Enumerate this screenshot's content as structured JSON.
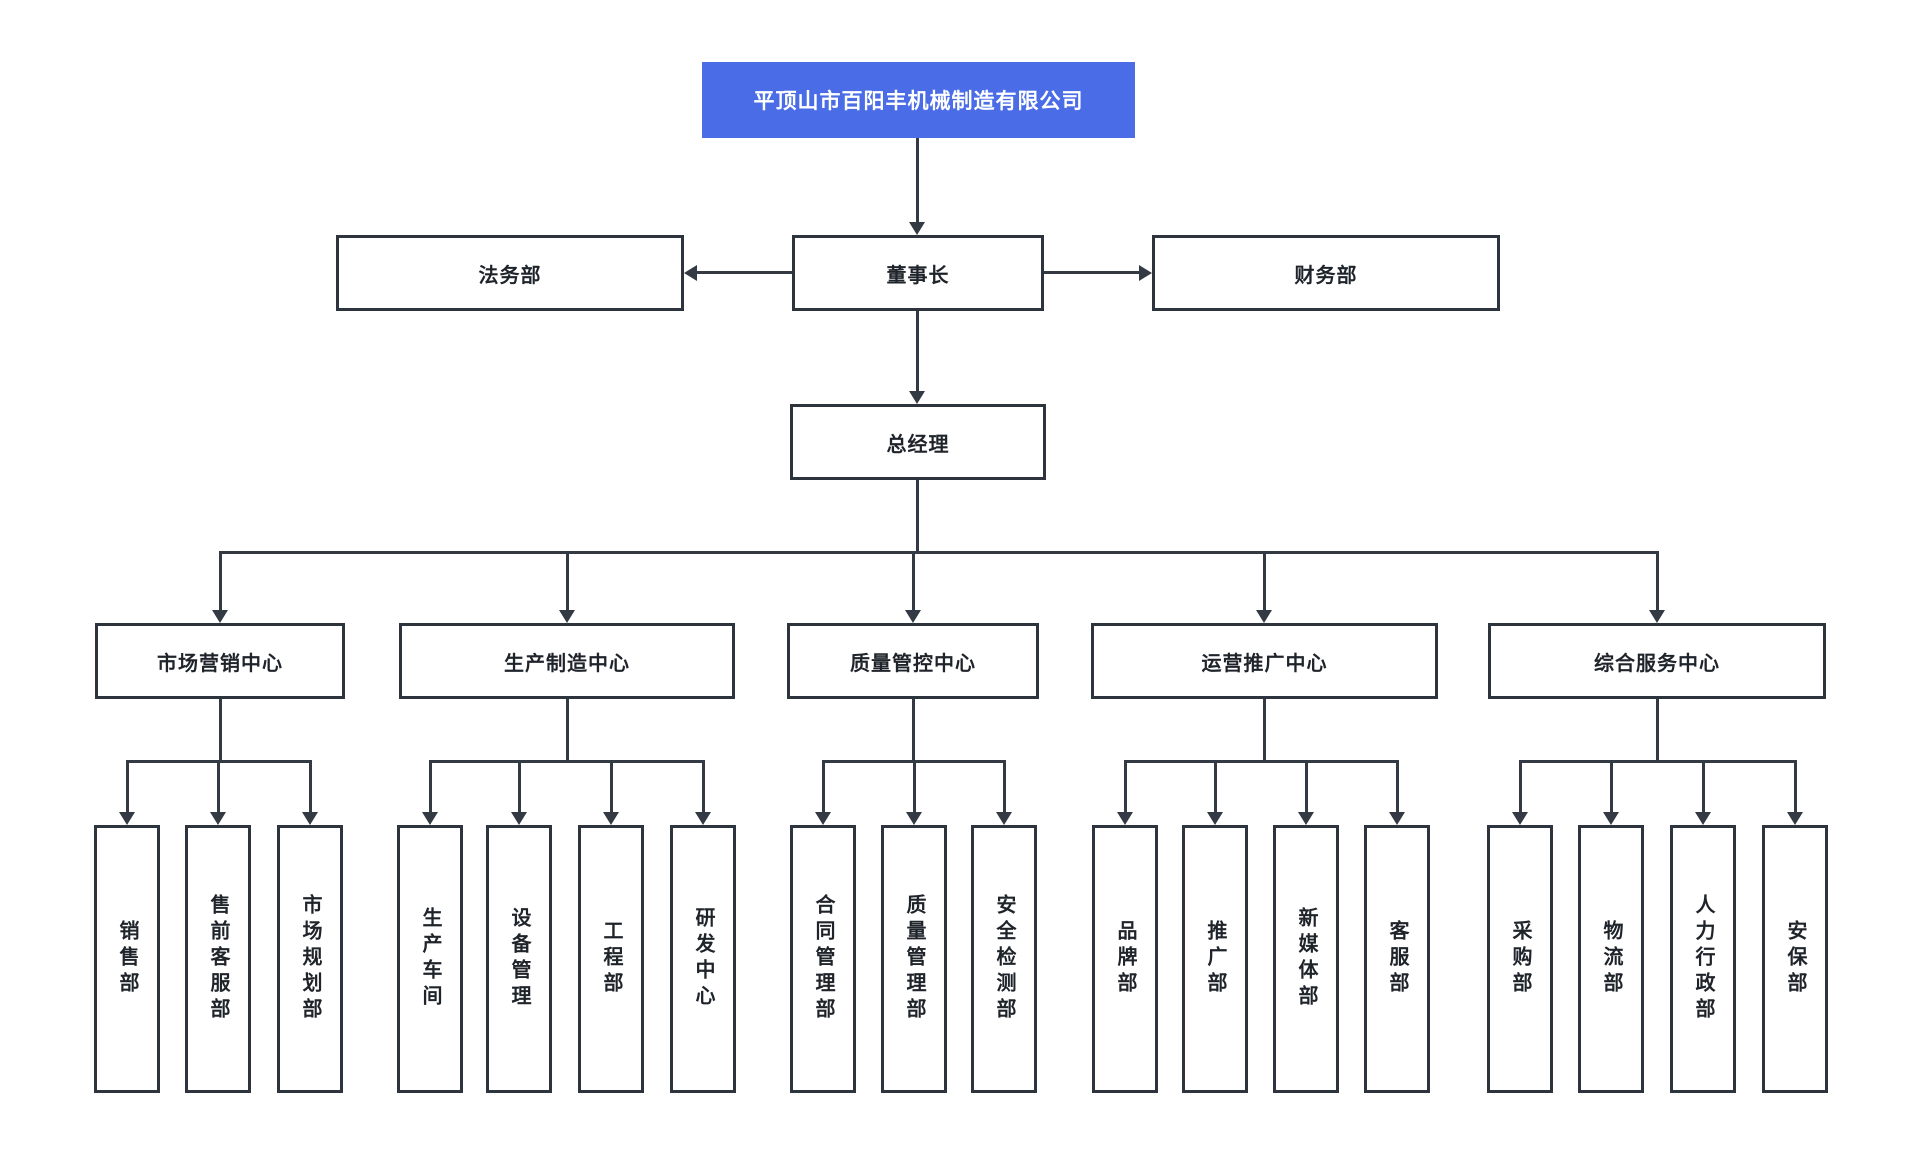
{
  "colors": {
    "accent": "#4a6ce6",
    "line": "#343a43",
    "border": "#2e343d",
    "text": "#1f242b"
  },
  "root": {
    "label": "平顶山市百阳丰机械制造有限公司"
  },
  "executives": {
    "chairman": "董事长",
    "legal": "法务部",
    "finance": "财务部",
    "general_manager": "总经理"
  },
  "centers": [
    {
      "label": "市场营销中心",
      "departments": [
        "销售部",
        "售前客服部",
        "市场规划部"
      ]
    },
    {
      "label": "生产制造中心",
      "departments": [
        "生产车间",
        "设备管理",
        "工程部",
        "研发中心"
      ]
    },
    {
      "label": "质量管控中心",
      "departments": [
        "合同管理部",
        "质量管理部",
        "安全检测部"
      ]
    },
    {
      "label": "运营推广中心",
      "departments": [
        "品牌部",
        "推广部",
        "新媒体部",
        "客服部"
      ]
    },
    {
      "label": "综合服务中心",
      "departments": [
        "采购部",
        "物流部",
        "人力行政部",
        "安保部"
      ]
    }
  ]
}
